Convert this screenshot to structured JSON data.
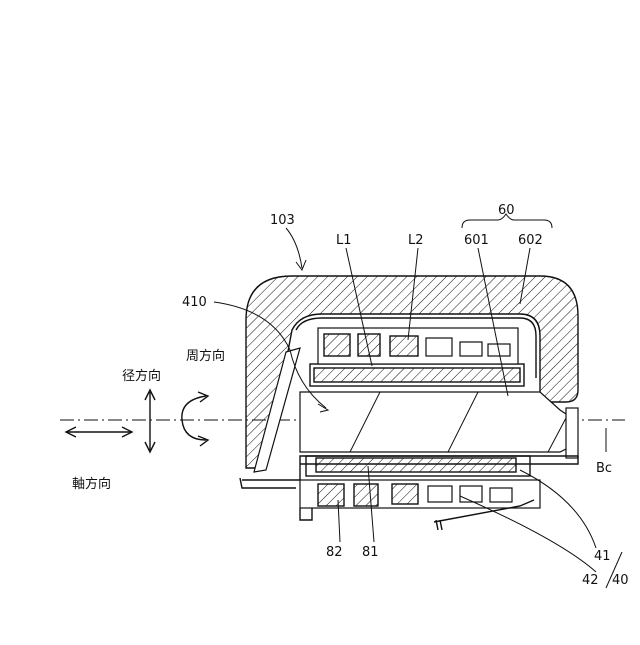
{
  "labels": {
    "ref_103": "103",
    "ref_60": "60",
    "ref_L1": "L1",
    "ref_L2": "L2",
    "ref_601": "601",
    "ref_602": "602",
    "ref_410": "410",
    "dir_circumferential": "周方向",
    "dir_radial": "径方向",
    "dir_axial": "軸方向",
    "ref_Bc": "Bc",
    "ref_82": "82",
    "ref_81": "81",
    "ref_41": "41",
    "ref_42": "42",
    "ref_40": "40"
  }
}
